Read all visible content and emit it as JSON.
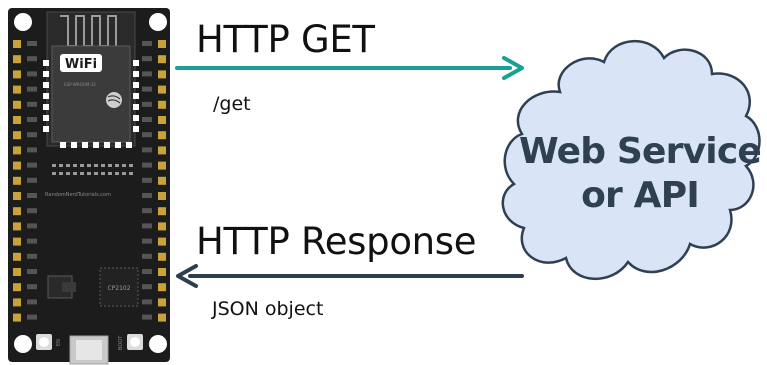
{
  "board": {
    "wifi_logo": "WiFi",
    "module_label": "ESP-WROOM-32",
    "vendor_text": "RandomNerdTutorials.com",
    "usb_chip_label": "CP2102",
    "button_left_label": "EN",
    "button_right_label": "BOOT"
  },
  "request": {
    "method_label": "HTTP GET",
    "path_label": "/get",
    "arrow_color": "#1aa094"
  },
  "response": {
    "label": "HTTP Response",
    "payload_label": "JSON object",
    "arrow_color": "#2c3e4f"
  },
  "cloud": {
    "line1": "Web Service",
    "line2": "or API",
    "fill_color": "#d9e4f7",
    "stroke_color": "#2f4052"
  }
}
